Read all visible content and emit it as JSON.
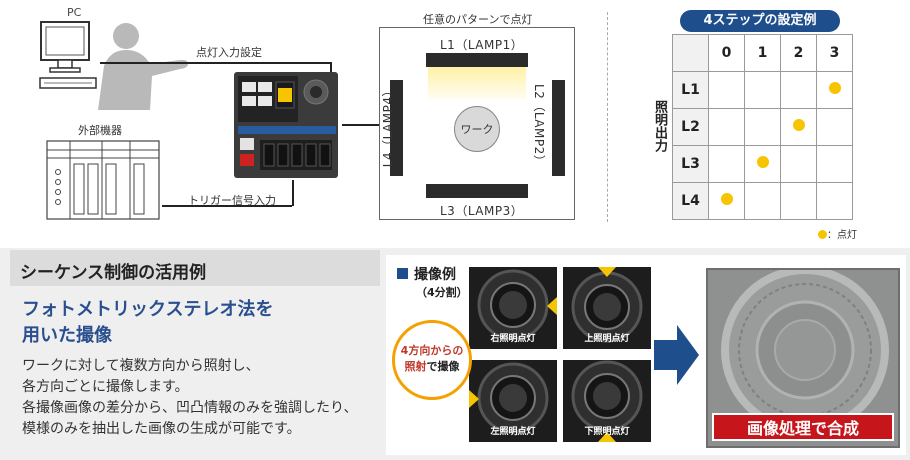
{
  "system": {
    "pc_label": "PC",
    "lighting_setting_label": "点灯入力設定",
    "external_device_label": "外部機器",
    "trigger_label": "トリガー信号入力"
  },
  "lamp_panel": {
    "title": "任意のパターンで点灯",
    "l1": "L1（LAMP1）",
    "l2": "L2（LAMP2）",
    "l3": "L3（LAMP3）",
    "l4": "L4（LAMP4）",
    "work": "ワーク"
  },
  "step_table": {
    "title": "4ステップの設定例",
    "columns": [
      "0",
      "1",
      "2",
      "3"
    ],
    "rows": [
      {
        "label": "L1",
        "on": [
          false,
          false,
          false,
          true
        ]
      },
      {
        "label": "L2",
        "on": [
          false,
          false,
          true,
          false
        ]
      },
      {
        "label": "L3",
        "on": [
          false,
          true,
          false,
          false
        ]
      },
      {
        "label": "L4",
        "on": [
          true,
          false,
          false,
          false
        ]
      }
    ],
    "output_label": "照明出力",
    "legend": "：点灯",
    "dot_color": "#f6c400"
  },
  "bottom": {
    "section_title": "シーケンス制御の活用例",
    "subtitle_line1": "フォトメトリックステレオ法を",
    "subtitle_line2": "用いた撮像",
    "body_lines": [
      "ワークに対して複数方向から照射し、",
      "各方向ごとに撮像します。",
      "各撮像画像の差分から、凹凸情報のみを強調したり、",
      "模様のみを抽出した画像の生成が可能です。"
    ],
    "example_title": "撮像例",
    "example_sub": "（4分割）",
    "tiles": {
      "right": "右照明点灯",
      "top": "上照明点灯",
      "left": "左照明点灯",
      "bottom": "下照明点灯"
    },
    "badge_line1": "4方向からの",
    "badge_line2a": "照射",
    "badge_line2b": "で撮像",
    "result_label": "画像処理で合成"
  },
  "colors": {
    "accent_blue": "#1f4e8c",
    "accent_red": "#c6161c",
    "yellow": "#f6c400"
  }
}
